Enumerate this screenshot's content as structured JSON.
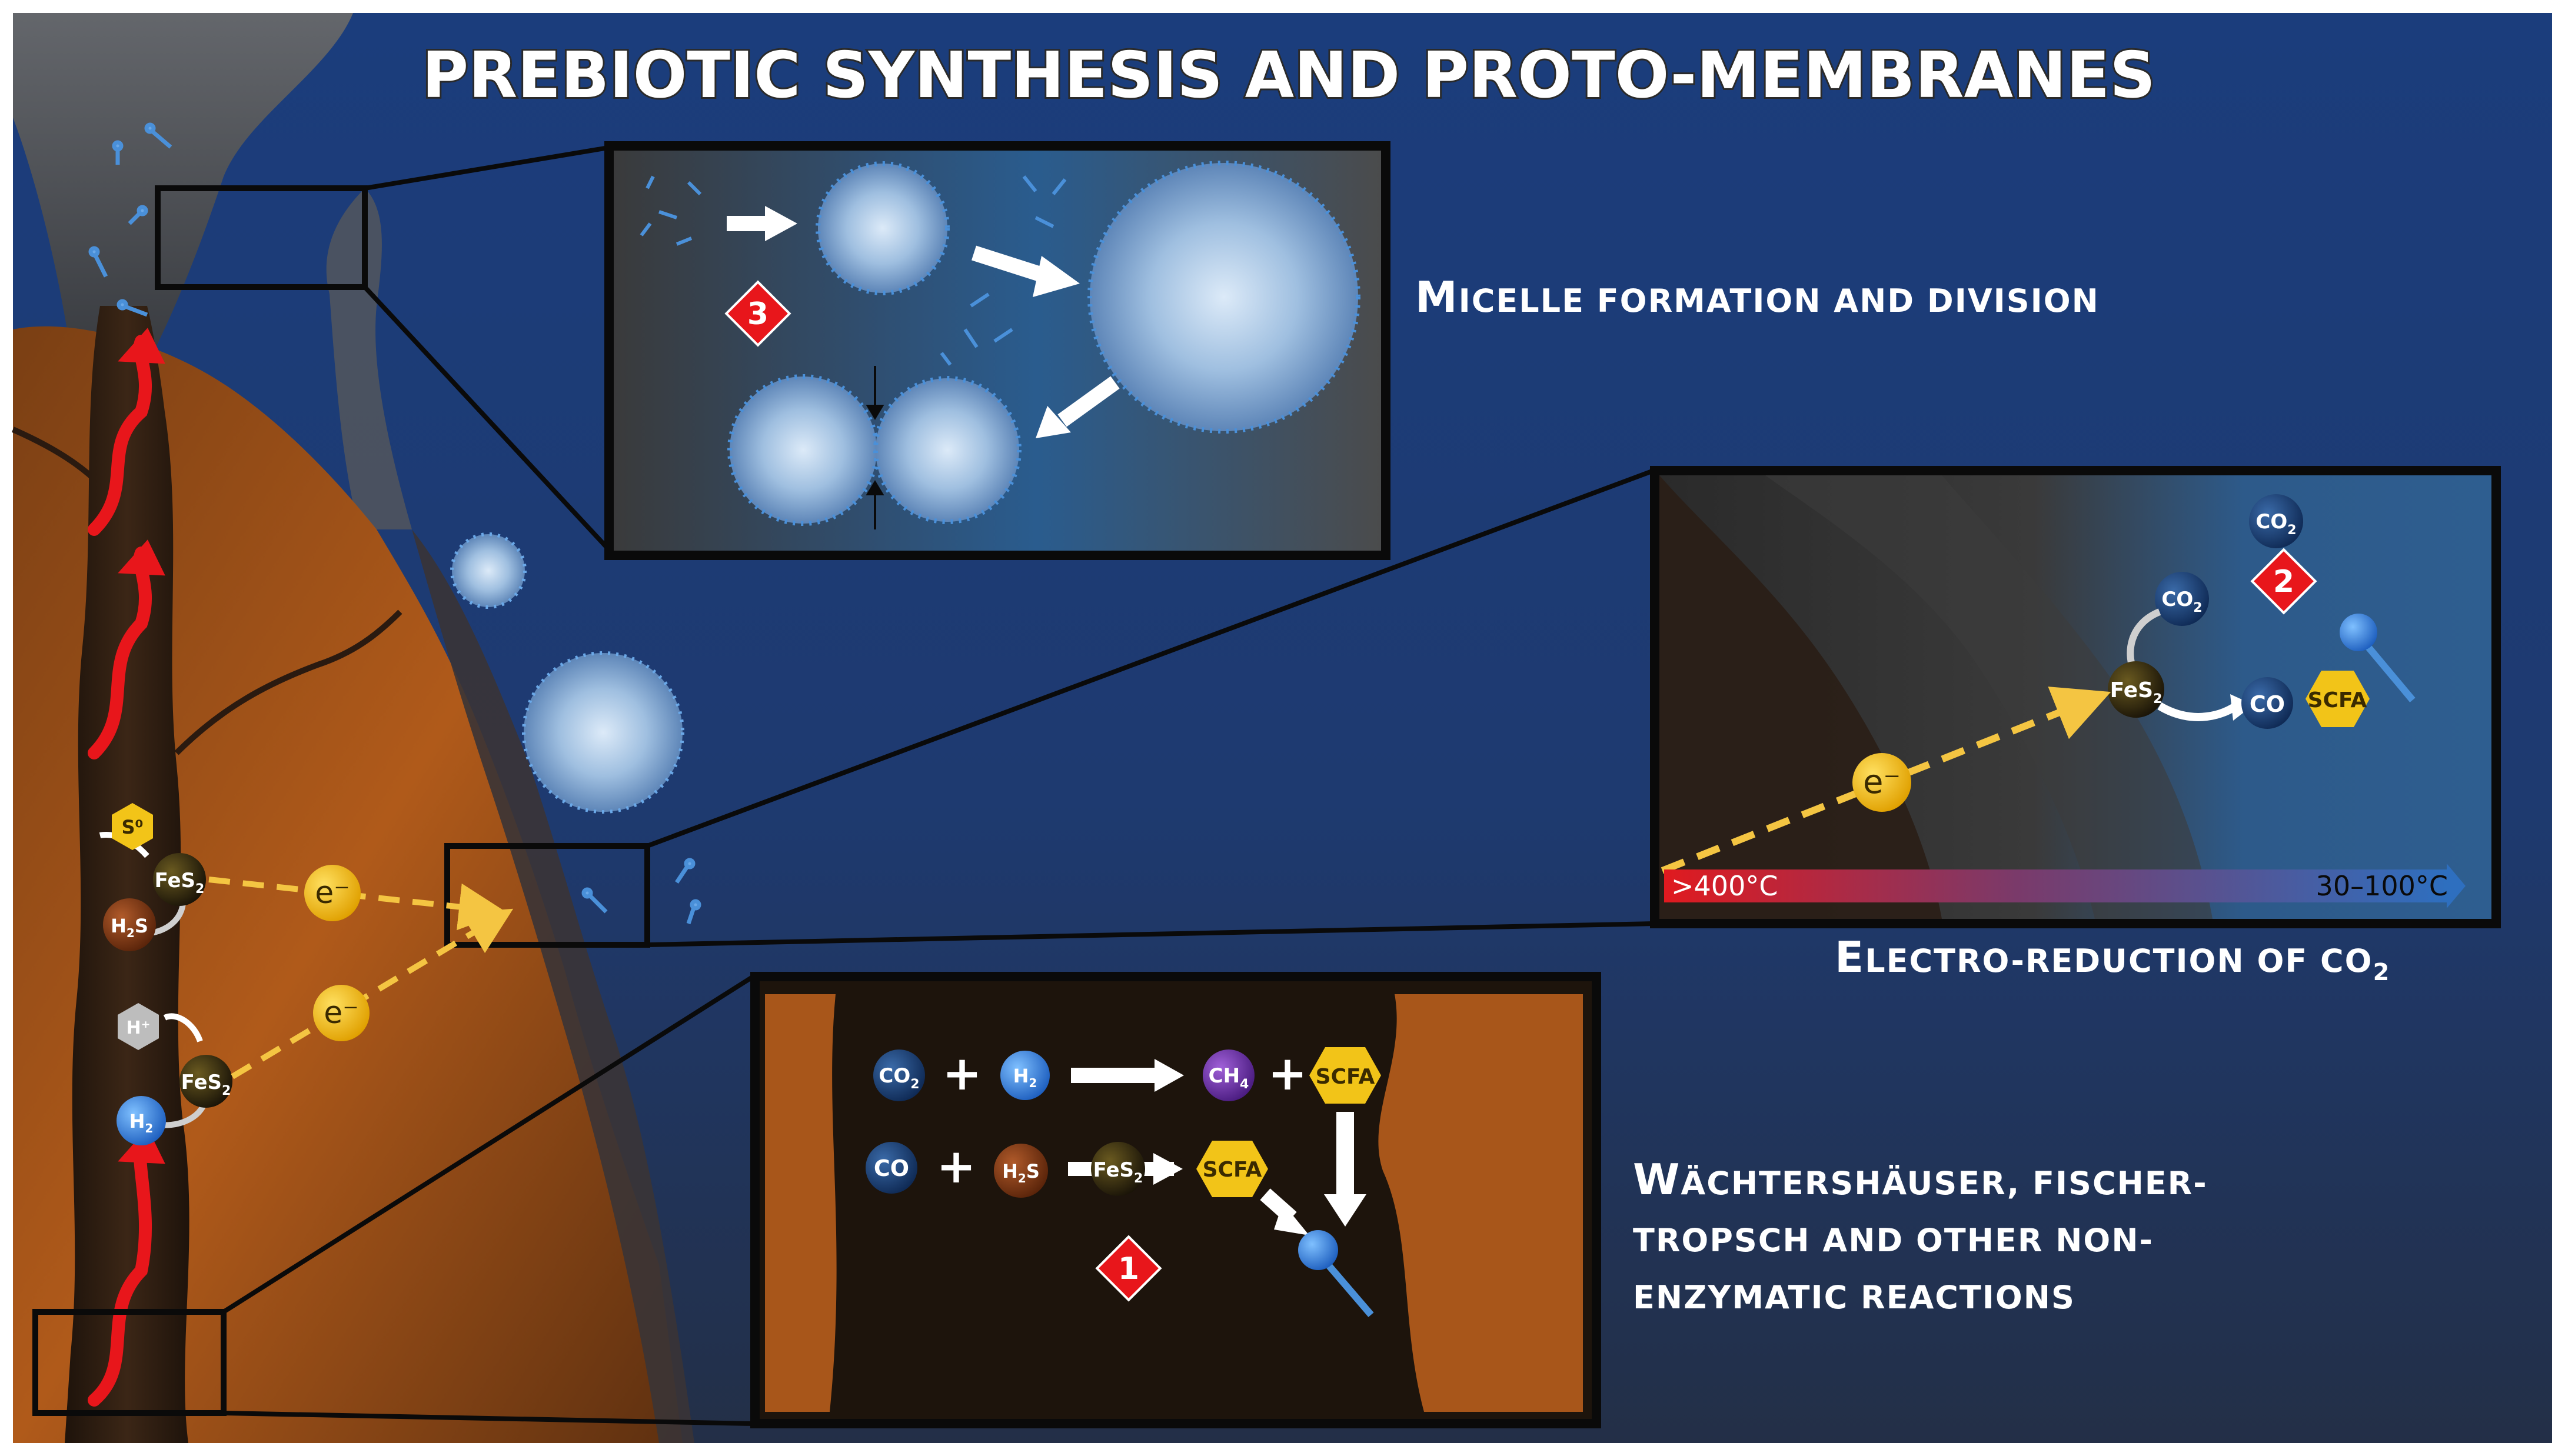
{
  "title": "PREBIOTIC SYNTHESIS AND PROTO-MEMBRANES",
  "captions": {
    "micelle": {
      "first": "M",
      "rest": "ICELLE FORMATION AND DIVISION"
    },
    "electro": {
      "first": "E",
      "rest": "LECTRO-REDUCTION OF CO",
      "sub": "2"
    },
    "wachter": [
      {
        "first": "W",
        "rest": "ÄCHTERSHÄUSER, F",
        "first2": "",
        "tail": "ISCHER-"
      },
      {
        "first": "",
        "rest": "TROPSCH AND OTHER NON-"
      },
      {
        "first": "",
        "rest": "ENZYMATIC REACTIONS"
      }
    ]
  },
  "markers": {
    "one": "1",
    "two": "2",
    "three": "3"
  },
  "vent": {
    "s0": "S⁰",
    "fes2": "FeS",
    "fes2_sub": "2",
    "h2s": "H",
    "h2s_sub": "2",
    "h2s_tail": "S",
    "hplus": "H⁺",
    "h2": "H",
    "h2_sub": "2",
    "electron": "e⁻"
  },
  "electro_panel": {
    "co2_top": "CO",
    "co2_mid": "CO",
    "co2_sub": "2",
    "fes2": "FeS",
    "fes2_sub": "2",
    "co": "CO",
    "scfa": "SCFA",
    "electron": "e⁻",
    "temp_hot": ">400°C",
    "temp_cold": "30–100°C"
  },
  "reactions_panel": {
    "row1": {
      "a": "CO",
      "a_sub": "2",
      "plus1": "+",
      "b": "H",
      "b_sub": "2",
      "c": "CH",
      "c_sub": "4",
      "plus2": "+",
      "d": "SCFA"
    },
    "row2": {
      "a": "CO",
      "plus1": "+",
      "b": "H",
      "b_sub": "2",
      "b_tail": "S",
      "cat": "FeS",
      "cat_sub": "2",
      "d": "SCFA"
    }
  },
  "colors": {
    "sky_top": "#1a3a78",
    "sky_bottom": "#22304a",
    "rock": "#a8561a",
    "rock_dark": "#3a2414",
    "accent_red": "#e8161b",
    "electron_yellow": "#f4c20d",
    "scfa_yellow": "#f2c418",
    "lipid_blue": "#4a90d9"
  }
}
